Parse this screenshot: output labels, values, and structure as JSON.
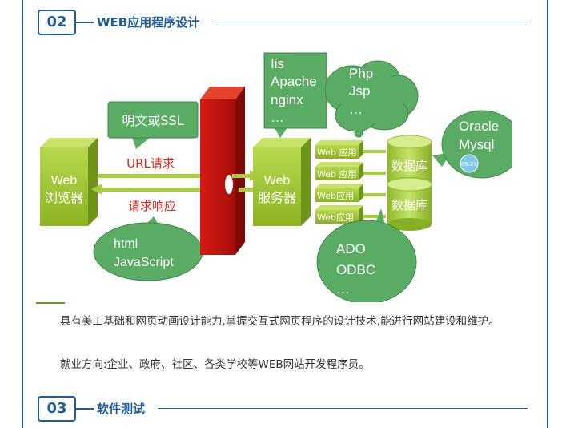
{
  "section02": {
    "number": "02",
    "title": "WEB应用程序设计"
  },
  "diagram": {
    "browser_label": [
      "Web",
      "浏览器"
    ],
    "server_label": [
      "Web",
      "服务器"
    ],
    "url_request": "URL请求",
    "request_response": "请求响应",
    "ssl_bubble": "明文或SSL",
    "html_bubble": [
      "html",
      "JavaScript"
    ],
    "iis_bubble": [
      "Iis",
      "Apache",
      "nginx",
      "…"
    ],
    "php_bubble": [
      "Php",
      "Jsp",
      "…"
    ],
    "ado_bubble": [
      "ADO",
      "ODBC",
      "…"
    ],
    "oracle_bubble": [
      "Oracle",
      "Mysql"
    ],
    "time_badge": "05:21",
    "web_apps": [
      "Web 应用",
      "Web 应用",
      "Web应用",
      "Web应用"
    ],
    "databases": [
      "数据库",
      "数据库"
    ],
    "colors": {
      "green": "#99c12e",
      "bubble": "#5aab63",
      "firewall": "#b5120f",
      "red_text": "#e02a1b"
    }
  },
  "paragraph1": "具有美工基础和网页动画设计能力,掌握交互式网页程序的设计技术,能进行网站建设和维护。",
  "paragraph2": "就业方向:企业、政府、社区、各类学校等WEB网站开发程序员。",
  "section03": {
    "number": "03",
    "title": "软件测试"
  }
}
